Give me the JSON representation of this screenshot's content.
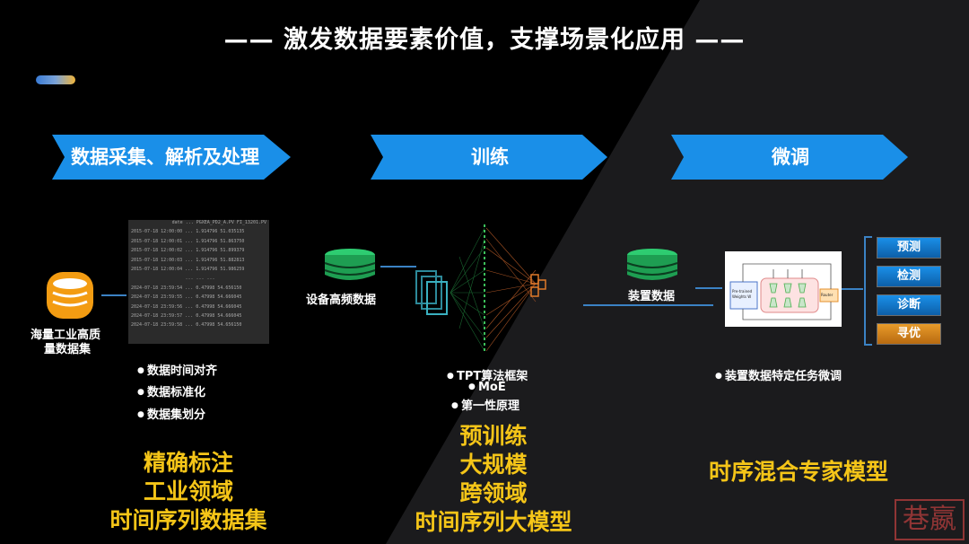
{
  "title": "—— 激发数据要素价值，支撑场景化应用 ——",
  "colors": {
    "arrow": "#1a8fe8",
    "accent_yellow": "#f5c518",
    "orange": "#f39c12",
    "green": "#1e9e52"
  },
  "stages": [
    {
      "label": "数据采集、解析及处理"
    },
    {
      "label": "训练"
    },
    {
      "label": "微调"
    }
  ],
  "col1": {
    "db_icon": "database-icon-orange",
    "source_label_line1": "海量工业高质",
    "source_label_line2": "量数据集",
    "table": {
      "header": "date ... PGXEA_PD2_A.PV FI_13201.PV",
      "rows": [
        "2015-07-18 12:00:00 ... 1.914796 51.035135",
        "2015-07-18 12:00:01 ... 1.914796 51.863750",
        "2015-07-18 12:00:02 ... 1.914796 51.899379",
        "2015-07-18 12:00:03 ... 1.914796 51.882813",
        "2015-07-18 12:00:04 ... 1.914796 51.986259",
        "... ... ...",
        "2024-07-18 23:59:54 ... 0.47998 54.656150",
        "2024-07-18 23:59:55 ... 0.47998 54.666045",
        "2024-07-18 23:59:56 ... 0.47998 54.666045",
        "2024-07-18 23:59:57 ... 0.47998 54.666045",
        "2024-07-18 23:59:58 ... 0.47998 54.656150"
      ]
    },
    "bullets": [
      "数据时间对齐",
      "数据标准化",
      "数据集划分"
    ],
    "highlights": [
      "精确标注",
      "工业领域",
      "时间序列数据集"
    ]
  },
  "col2": {
    "db_label": "设备高频数据",
    "bullets": [
      "TPT算法框架",
      "MoE",
      "第一性原理"
    ],
    "highlights": [
      "预训练",
      "大规模",
      "跨领域",
      "时间序列大模型"
    ]
  },
  "col3": {
    "db_label": "装置数据",
    "bullets": [
      "装置数据特定任务微调"
    ],
    "highlights": [
      "时序混合专家模型"
    ],
    "diagram_labels": [
      "Pre-trained Weights W",
      "Router W"
    ],
    "tasks": [
      "预测",
      "检测",
      "诊断",
      "寻优"
    ]
  },
  "seal_text": "巷嬴"
}
